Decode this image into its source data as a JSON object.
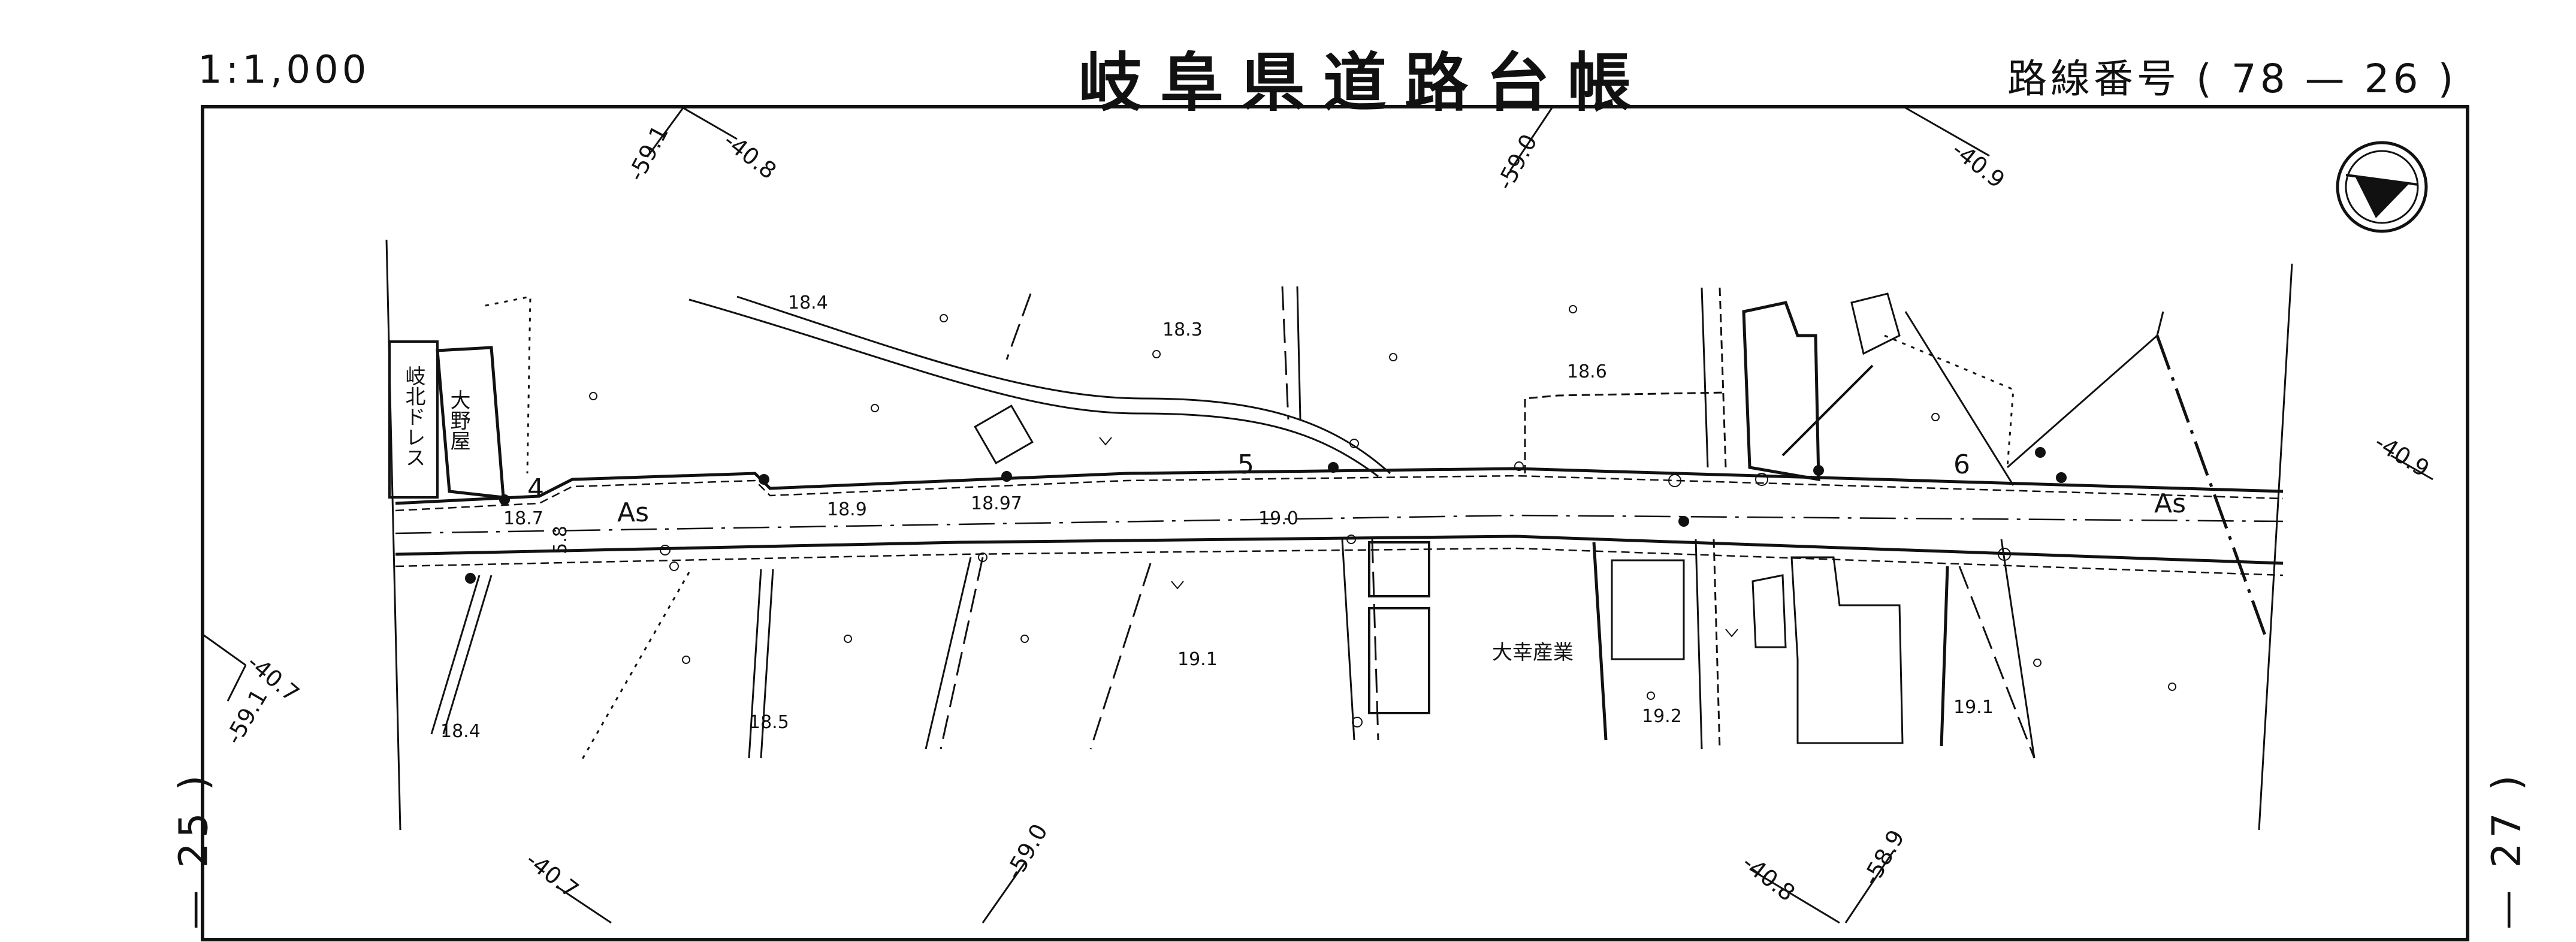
{
  "header": {
    "scale": "1:1,000",
    "title": "岐阜県道路台帳",
    "route_label": "路線番号",
    "route_open": "(",
    "route_number": "78 — 26",
    "route_close": ")"
  },
  "side": {
    "left": "— 25 )",
    "right": "— 27 )"
  },
  "grid_labels": [
    "-59.1",
    "-40.8",
    "-59.0",
    "-40.9",
    "-40.9",
    "-40.7",
    "-59.1",
    "-40.7",
    "-59.0",
    "-40.8",
    "-58.9"
  ],
  "elevations": [
    "18.4",
    "18.3",
    "18.6",
    "18.7",
    "18.9",
    "18.97",
    "19.0",
    "18.5",
    "19.1",
    "18.4",
    "19.2",
    "19.1"
  ],
  "station_numbers": [
    "4",
    "5",
    "6"
  ],
  "road": {
    "surface_left": "As",
    "surface_right": "As",
    "width": "5.8"
  },
  "buildings": {
    "gihoku_dress": "岐北ドレス",
    "ono_ya": "大野屋",
    "daiko_sangyo": "大幸産業"
  },
  "icons": {
    "north_arrow": "north-arrow-icon"
  }
}
